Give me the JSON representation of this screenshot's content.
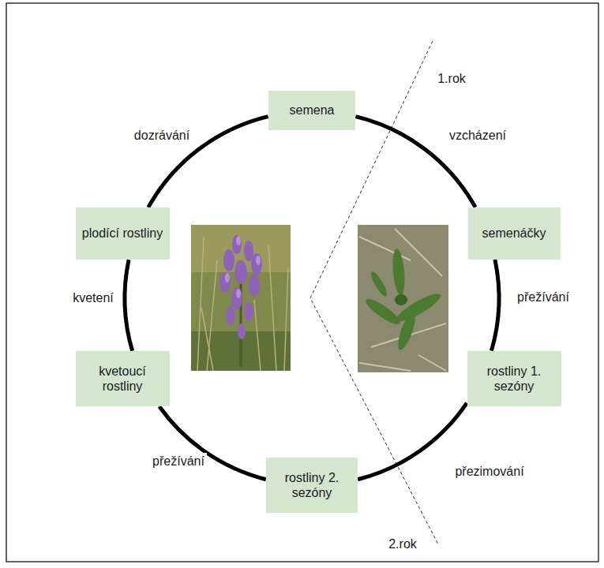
{
  "diagram": {
    "nodes": [
      {
        "text": [
          "semena"
        ]
      },
      {
        "text": [
          "semenáčky"
        ]
      },
      {
        "text": [
          "rostliny 1. sezóny"
        ]
      },
      {
        "text": [
          "rostliny 2. sezóny"
        ]
      },
      {
        "text": [
          "kvetoucí rostliny"
        ]
      },
      {
        "text": [
          "plodící rostliny"
        ]
      }
    ],
    "edges": [
      {
        "from": 0,
        "to": 1,
        "arrow": "none",
        "label": "vzcházení"
      },
      {
        "from": 1,
        "to": 2,
        "arrow": "none",
        "label": "přežívání"
      },
      {
        "from": 2,
        "to": 3,
        "arrow": "none",
        "label": "přezimování"
      },
      {
        "from": 3,
        "to": 4,
        "arrow": "none",
        "label": "přežívání"
      },
      {
        "from": 4,
        "to": 5,
        "arrow": "none",
        "label": "kvetení"
      },
      {
        "from": 5,
        "to": 0,
        "arrow": "none",
        "label": "dozrávání"
      }
    ],
    "labels": [
      "1.rok",
      "2.rok"
    ]
  }
}
